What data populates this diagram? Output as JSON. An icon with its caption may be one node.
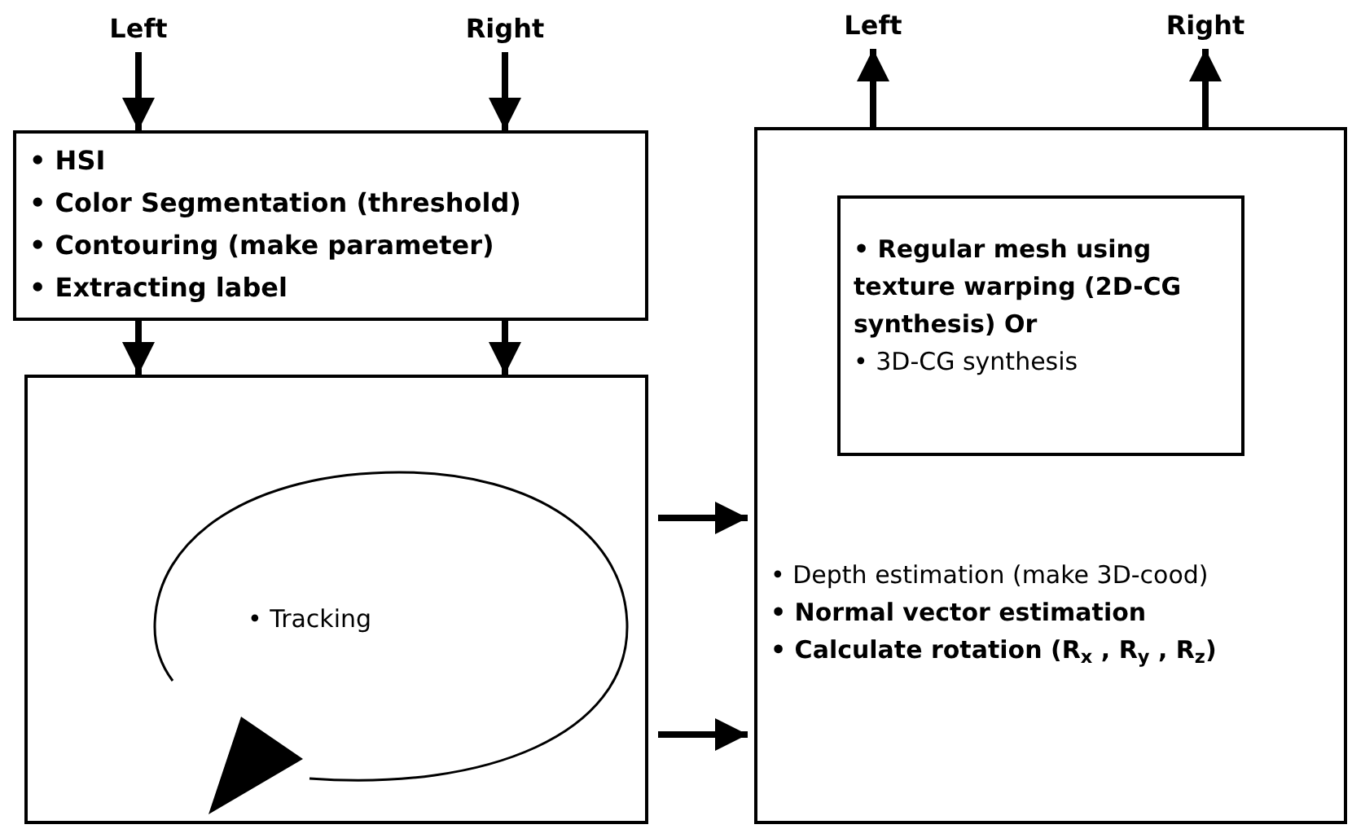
{
  "diagram": {
    "nodes": [
      {
        "text": [
          "Left"
        ]
      },
      {
        "text": [
          "Right"
        ]
      },
      {
        "text": [
          "• HSI",
          "• Color Segmentation (threshold)",
          "• Contouring (make parameter)",
          "• Extracting label"
        ]
      },
      {
        "text": [
          "• Tracking"
        ]
      },
      {
        "text": [
          "• Depth estimation (make 3D-cood)",
          "• Normal vector estimation",
          "• Calculate rotation (R$_{x}$ , R$_{y}$ , R$_{z}$)"
        ]
      },
      {
        "text": [
          "• Regular mesh using texture warping (2D-CG synthesis) Or",
          "• 3D-CG synthesis"
        ],
        "in": 4
      },
      {
        "text": [
          "Left"
        ]
      },
      {
        "text": [
          "Right"
        ]
      }
    ],
    "edges": [
      {
        "from": 0,
        "to": 2,
        "arrow": "to"
      },
      {
        "from": 1,
        "to": 2,
        "arrow": "to"
      },
      {
        "from": 2,
        "to": 3,
        "arrow": "to"
      },
      {
        "from": 2,
        "to": 3,
        "arrow": "to"
      },
      {
        "from": 3,
        "to": 4,
        "arrow": "to"
      },
      {
        "from": 3,
        "to": 4,
        "arrow": "to"
      },
      {
        "from": 4,
        "to": 6,
        "arrow": "to"
      },
      {
        "from": 4,
        "to": 7,
        "arrow": "to"
      }
    ]
  }
}
